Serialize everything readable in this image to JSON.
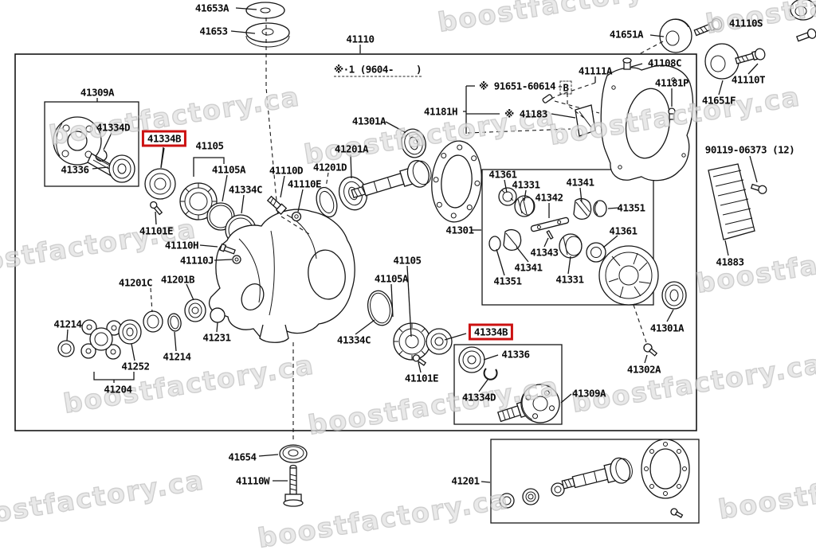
{
  "watermark": "boostfactory.ca",
  "highlight_color": "#cc1111",
  "diagram": {
    "type": "exploded-parts-diagram",
    "highlighted_parts": [
      "41334B",
      "41334B"
    ]
  },
  "labels": [
    "41653A",
    "41653",
    "41110",
    "※·1 (9604-    )",
    "41651A",
    "41110S",
    "41108C",
    "41111A",
    "41181P",
    "41110T",
    "41651F",
    "※ 91651-60614",
    "B",
    "41181H",
    "※ 41183",
    "41309A",
    "41334D",
    "41334B",
    "41336",
    "41105",
    "41105A",
    "41334C",
    "41110D",
    "41110E",
    "41201D",
    "41201A",
    "41301A",
    "90119-06373 (12)",
    "41883",
    "41361",
    "41331",
    "41342",
    "41341",
    "41351",
    "41361",
    "41301",
    "41343",
    "41341",
    "41351",
    "41331",
    "41301A",
    "41302A",
    "41101E",
    "41110H",
    "41110J",
    "41201C",
    "41201B",
    "41214",
    "41231",
    "41214",
    "41252",
    "41204",
    "41105",
    "41105A",
    "41334C",
    "41334B",
    "41101E",
    "41336",
    "41334D",
    "41309A",
    "41654",
    "41110W",
    "41201"
  ]
}
